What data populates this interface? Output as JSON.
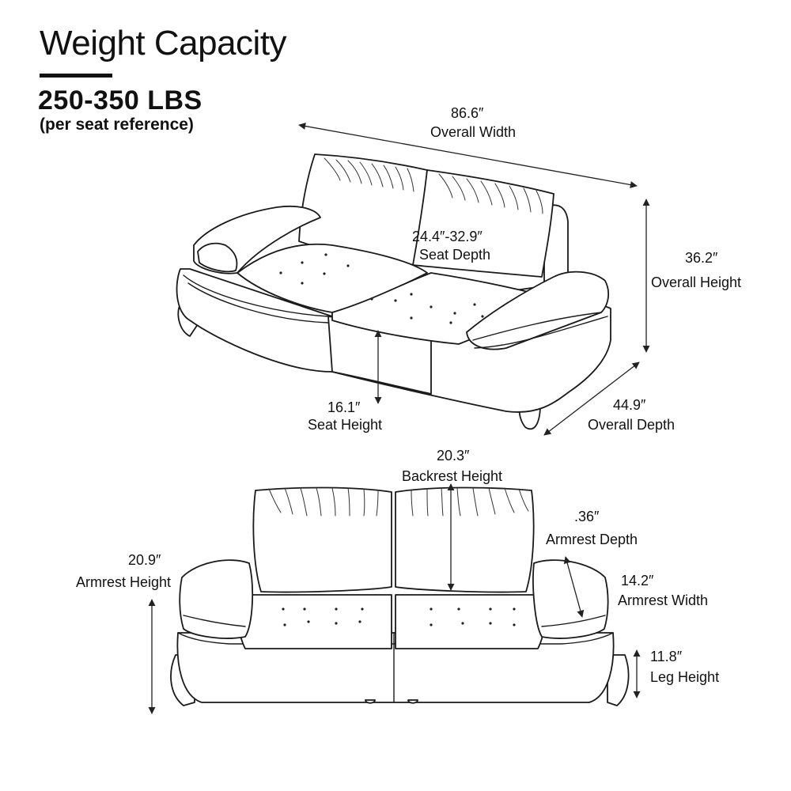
{
  "heading": {
    "title": "Weight Capacity",
    "capacity": "250-350 LBS",
    "capacity_note": "(per seat reference)"
  },
  "dimensions": {
    "overall_width": {
      "value": "86.6″",
      "label": "Overall Width"
    },
    "seat_depth": {
      "value": "24.4″-32.9″",
      "label": "Seat Depth"
    },
    "overall_height": {
      "value": "36.2″",
      "label": "Overall  Height"
    },
    "seat_height": {
      "value": "16.1″",
      "label": "Seat Height"
    },
    "overall_depth": {
      "value": "44.9″",
      "label": "Overall Depth"
    },
    "backrest_height": {
      "value": "20.3″",
      "label": "Backrest Height"
    },
    "armrest_depth": {
      "value": ".36″",
      "label": "Armrest Depth"
    },
    "armrest_height": {
      "value": "20.9″",
      "label": "Armrest  Height"
    },
    "armrest_width": {
      "value": "14.2″",
      "label": "Armrest Width"
    },
    "leg_height": {
      "value": "11.8″",
      "label": "Leg Height"
    }
  }
}
